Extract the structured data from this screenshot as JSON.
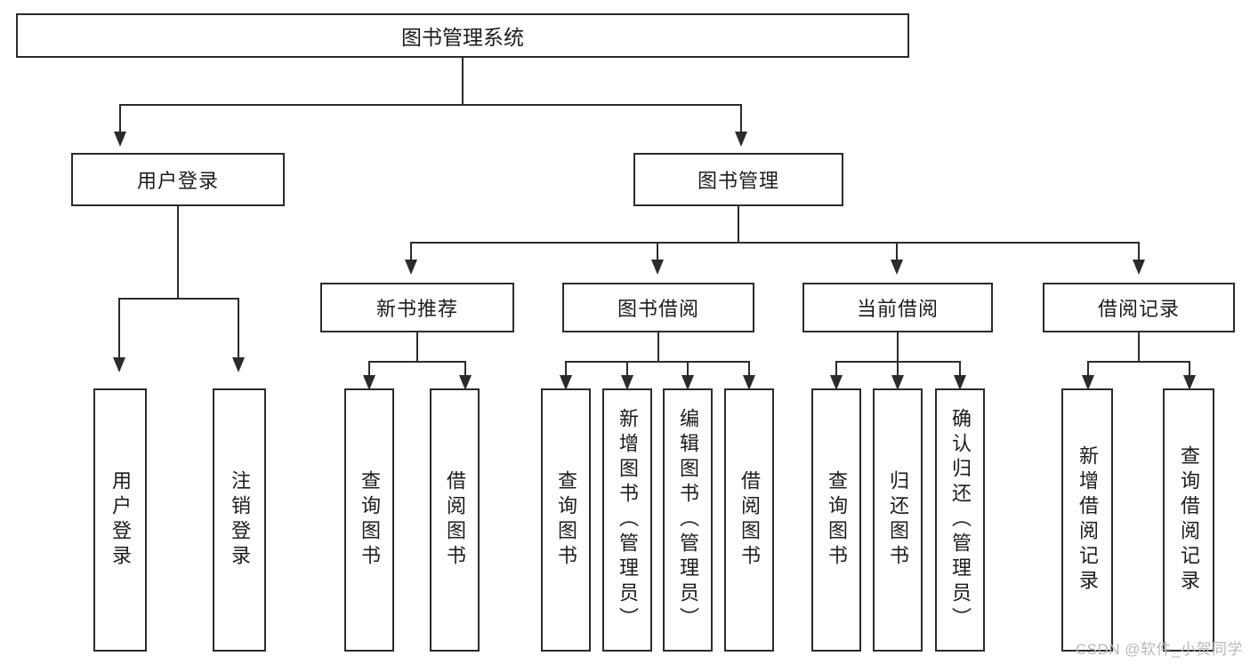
{
  "diagram": {
    "title": "图书管理系统",
    "type": "function-tree",
    "root": {
      "id": "root",
      "label": "图书管理系统"
    },
    "level2": [
      {
        "id": "user-login",
        "label": "用户登录"
      },
      {
        "id": "book-management",
        "label": "图书管理"
      }
    ],
    "level3": [
      {
        "id": "new-book-recommend",
        "label": "新书推荐",
        "parent": "book-management"
      },
      {
        "id": "book-borrow",
        "label": "图书借阅",
        "parent": "book-management"
      },
      {
        "id": "current-borrow",
        "label": "当前借阅",
        "parent": "book-management"
      },
      {
        "id": "borrow-record",
        "label": "借阅记录",
        "parent": "book-management"
      }
    ],
    "leaves": [
      {
        "id": "leaf-user-login",
        "label": "用户登录",
        "parent": "user-login"
      },
      {
        "id": "leaf-logout",
        "label": "注销登录",
        "parent": "user-login"
      },
      {
        "id": "leaf-query-book-1",
        "label": "查询图书",
        "parent": "new-book-recommend"
      },
      {
        "id": "leaf-borrow-book-1",
        "label": "借阅图书",
        "parent": "new-book-recommend"
      },
      {
        "id": "leaf-query-book-2",
        "label": "查询图书",
        "parent": "book-borrow"
      },
      {
        "id": "leaf-add-book",
        "label": "新增图书（管理员）",
        "parent": "book-borrow"
      },
      {
        "id": "leaf-edit-book",
        "label": "编辑图书（管理员）",
        "parent": "book-borrow"
      },
      {
        "id": "leaf-borrow-book-2",
        "label": "借阅图书",
        "parent": "book-borrow"
      },
      {
        "id": "leaf-query-book-3",
        "label": "查询图书",
        "parent": "current-borrow"
      },
      {
        "id": "leaf-return-book",
        "label": "归还图书",
        "parent": "current-borrow"
      },
      {
        "id": "leaf-confirm-return",
        "label": "确认归还（管理员）",
        "parent": "current-borrow"
      },
      {
        "id": "leaf-add-record",
        "label": "新增借阅记录",
        "parent": "borrow-record"
      },
      {
        "id": "leaf-query-record",
        "label": "查询借阅记录",
        "parent": "borrow-record"
      }
    ],
    "colors": {
      "stroke": "#2b2b2b",
      "fill": "#ffffff",
      "text": "#1c1c1c",
      "watermark": "#b9b9b9"
    }
  },
  "watermark": {
    "text": "CSDN @软件_小贺同学"
  }
}
